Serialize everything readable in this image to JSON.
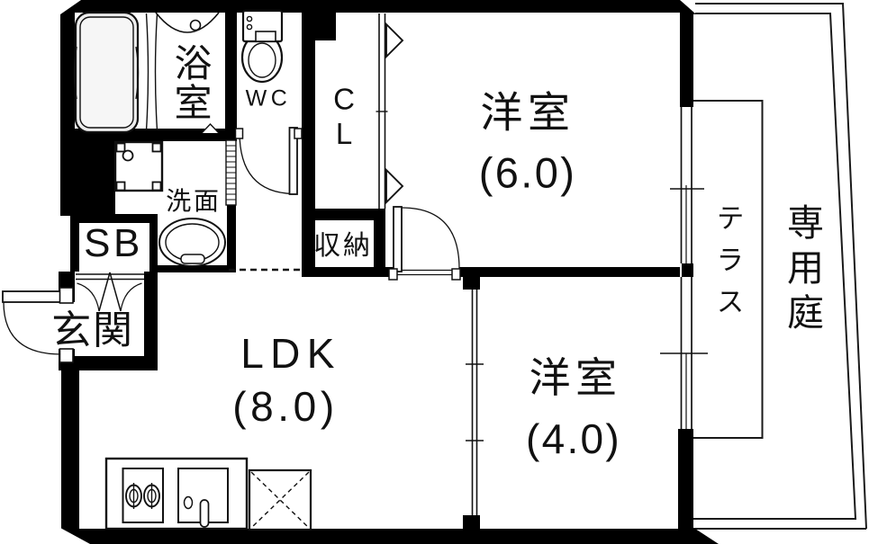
{
  "floor_plan": {
    "rooms": {
      "bath": "浴室",
      "wc": "WC",
      "closet": "CL",
      "room6_name": "洋室",
      "room6_size": "(6.0)",
      "washroom": "洗面",
      "shoebox": "SB",
      "storage": "収納",
      "entrance": "玄関",
      "ldk_name": "LDK",
      "ldk_size": "(8.0)",
      "room4_name": "洋室",
      "room4_size": "(4.0)",
      "terrace": "テラス",
      "garden": "専用庭"
    },
    "colors": {
      "wall": "#000000",
      "background": "#ffffff",
      "line": "#1a1a1a",
      "tub_fill": "#ededed"
    }
  }
}
